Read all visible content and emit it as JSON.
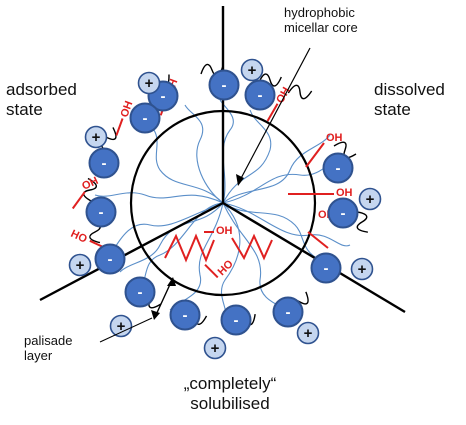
{
  "labels": {
    "core": [
      "hydrophobic",
      "micellar core"
    ],
    "adsorbed": [
      "adsorbed",
      "state"
    ],
    "dissolved": [
      "dissolved",
      "state"
    ],
    "solubilised": [
      "„completely“",
      "solubilised"
    ],
    "palisade": [
      "palisade",
      "layer"
    ]
  },
  "glyphs": {
    "anion": "-",
    "cation": "+",
    "hydroxyl": "OH",
    "hydroxyl_reversed": "HO"
  },
  "colors": {
    "head_fill": "#4472c4",
    "head_stroke": "#2f528f",
    "counterion_fill": "#c5d6ef",
    "counterion_stroke": "#2f528f",
    "solubilisate": "#e02020",
    "tail": "#5b8fc9",
    "outline": "#000000"
  },
  "icons": {
    "head": "anionic-head-circle-icon",
    "counterion": "cation-circle-icon",
    "tail": "hydrocarbon-tail-icon",
    "solubilisate": "oh-molecule-icon"
  }
}
